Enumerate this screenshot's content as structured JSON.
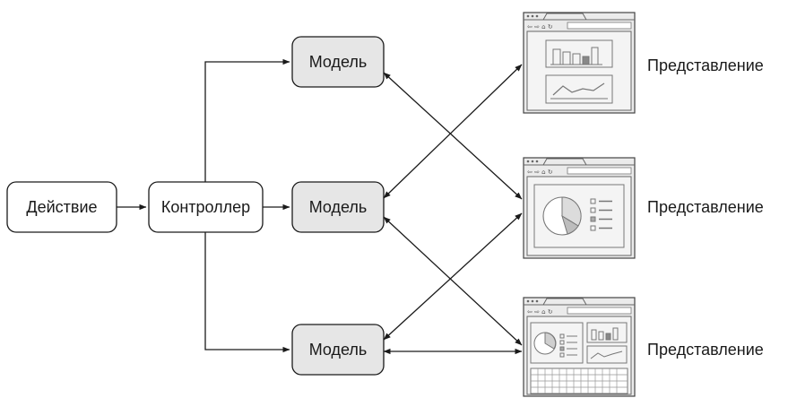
{
  "action": {
    "label": "Действие"
  },
  "controller": {
    "label": "Контроллер"
  },
  "models": [
    {
      "label": "Модель"
    },
    {
      "label": "Модель"
    },
    {
      "label": "Модель"
    }
  ],
  "views": [
    {
      "label": "Представление",
      "icon": "browser-window-bar-line-charts"
    },
    {
      "label": "Представление",
      "icon": "browser-window-pie-chart-list"
    },
    {
      "label": "Представление",
      "icon": "browser-window-dashboard"
    }
  ],
  "colors": {
    "model_fill": "#e6e6e6",
    "stroke": "#1a1a1a",
    "window_fill": "#ebebeb"
  }
}
